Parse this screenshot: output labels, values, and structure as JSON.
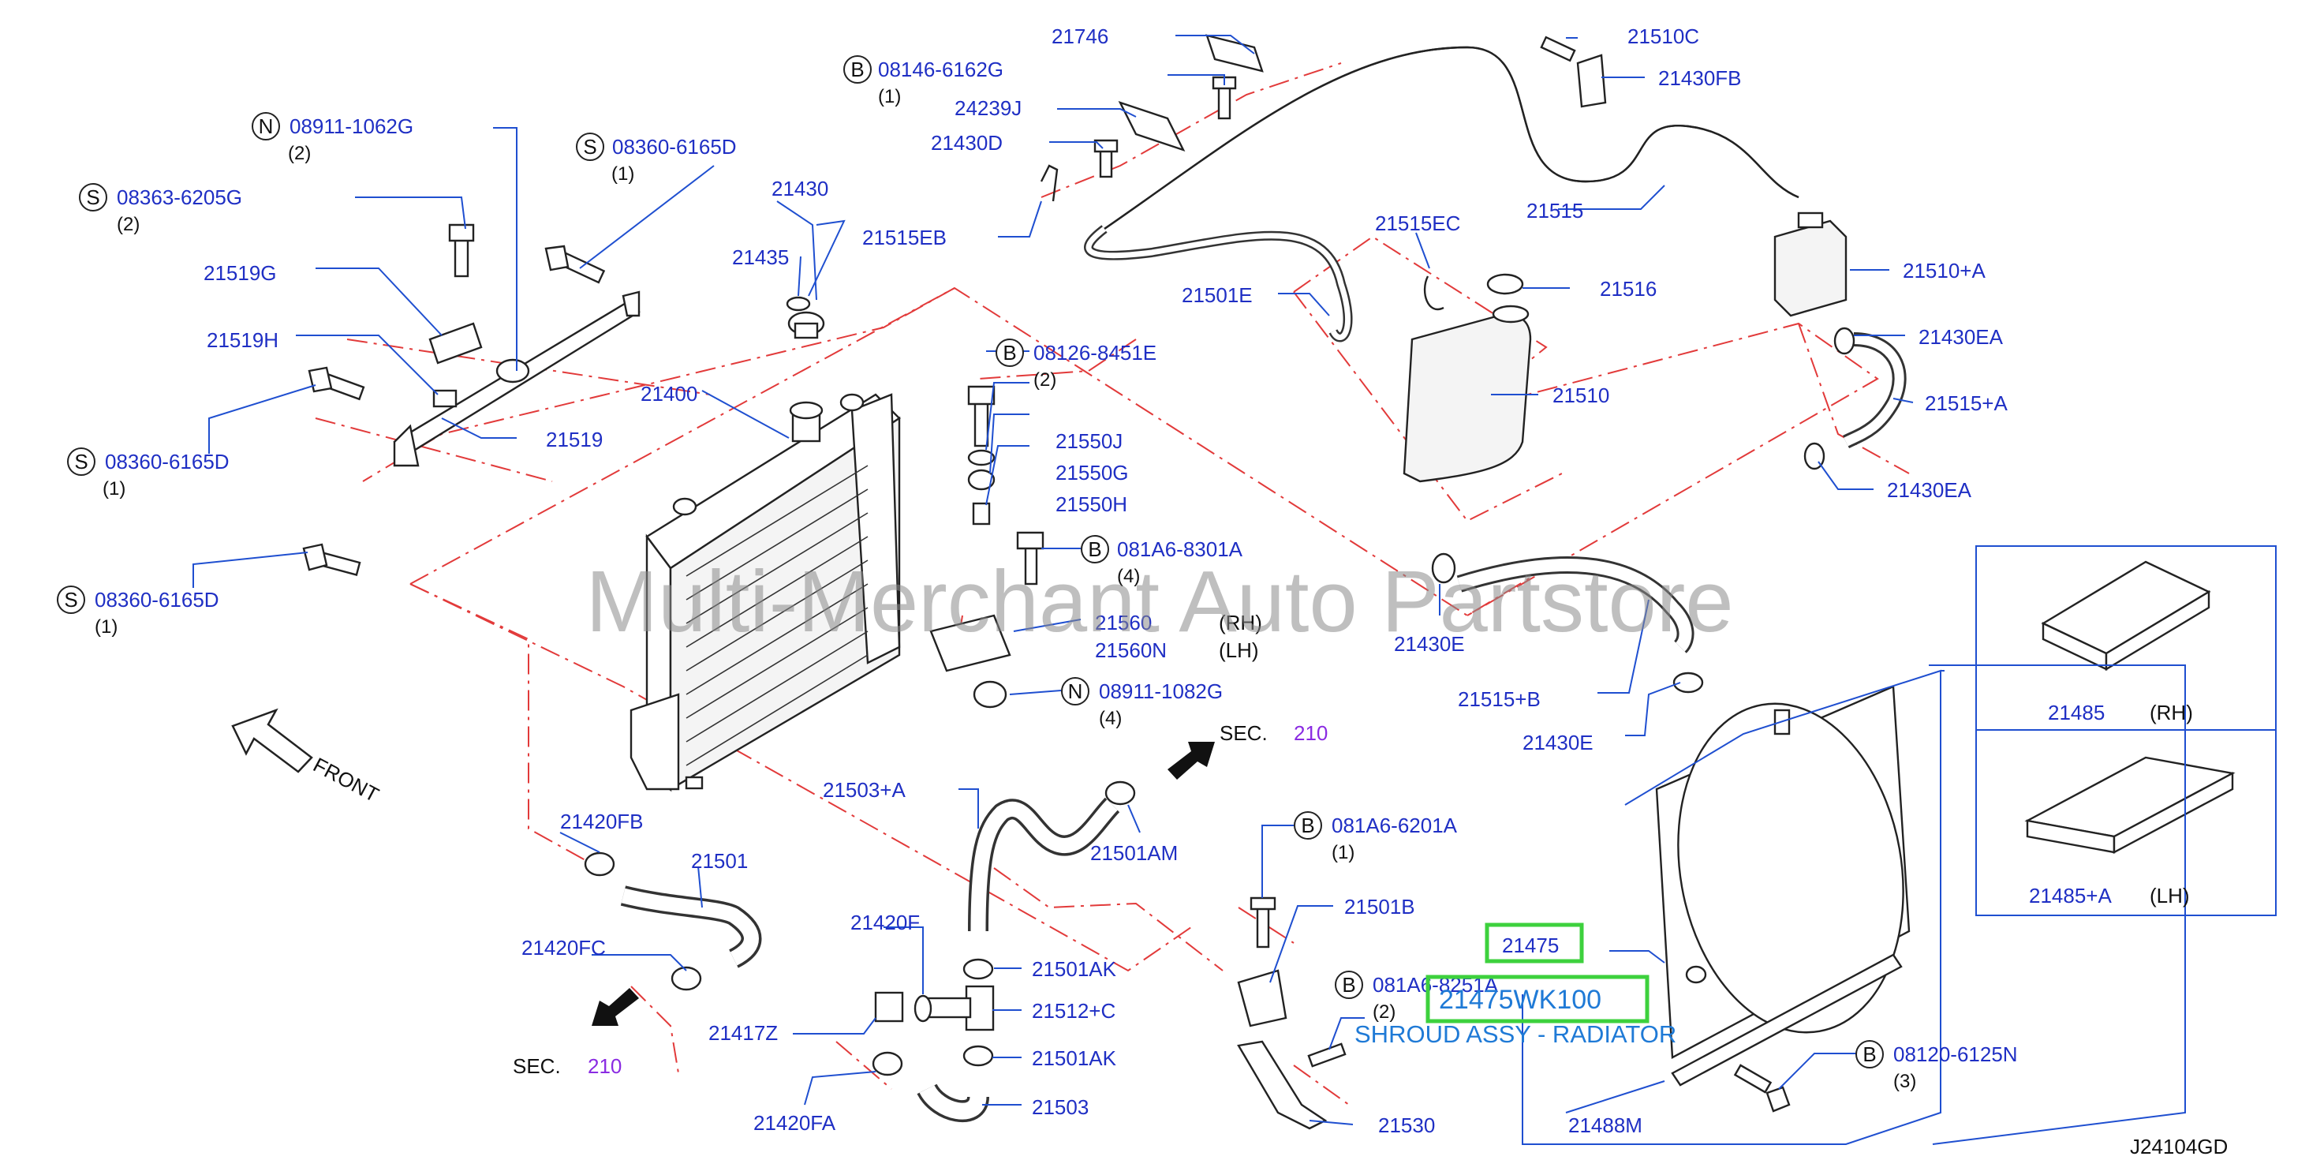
{
  "watermark": "Multi-Merchant Auto Partstore",
  "diagram_code": "J24104GD",
  "front_label": "FRONT",
  "highlight": {
    "part_number": "21475WK100",
    "description": "SHROUD ASSY - RADIATOR",
    "color": "#3dd13d"
  },
  "colors": {
    "label": "#1f2fc4",
    "leader": "#1f4fd0",
    "dashed": "#e23a3a",
    "section": "#8a2be2"
  },
  "sec_refs": [
    {
      "label": "SEC.",
      "num": "210"
    },
    {
      "label": "SEC.",
      "num": "210"
    }
  ],
  "callouts": [
    {
      "prefix": "B",
      "number": "08146-6162G",
      "qty": "(1)"
    },
    {
      "prefix": "N",
      "number": "08911-1062G",
      "qty": "(2)"
    },
    {
      "prefix": "S",
      "number": "08360-6165D",
      "qty": "(1)"
    },
    {
      "prefix": "S",
      "number": "08363-6205G",
      "qty": "(2)"
    },
    {
      "prefix": "S",
      "number": "08360-6165D",
      "qty": "(1)"
    },
    {
      "prefix": "S",
      "number": "08360-6165D",
      "qty": "(1)"
    },
    {
      "prefix": "B",
      "number": "08126-8451E",
      "qty": "(2)"
    },
    {
      "prefix": "B",
      "number": "081A6-8301A",
      "qty": "(4)"
    },
    {
      "prefix": "N",
      "number": "08911-1082G",
      "qty": "(4)"
    },
    {
      "prefix": "B",
      "number": "081A6-6201A",
      "qty": "(1)"
    },
    {
      "prefix": "B",
      "number": "081A6-8251A",
      "qty": "(2)"
    },
    {
      "prefix": "B",
      "number": "08120-6125N",
      "qty": "(3)"
    }
  ],
  "labels": [
    "21746",
    "24239J",
    "21430D",
    "21515EB",
    "21430",
    "21435",
    "21519G",
    "21519H",
    "21519",
    "21400",
    "21510C",
    "21430FB",
    "21515",
    "21510+A",
    "21515EC",
    "21516",
    "21501E",
    "21510",
    "21430EA",
    "21515+A",
    "21430EA",
    "21550J",
    "21550G",
    "21550H",
    "21560",
    "21560N",
    "21430E",
    "21515+B",
    "21430E",
    "21503+A",
    "21501AM",
    "21420FB",
    "21501",
    "21420FC",
    "21420F",
    "21501AK",
    "21512+C",
    "21417Z",
    "21501AK",
    "21420FA",
    "21503",
    "21501B",
    "21475",
    "21530",
    "21488M",
    "21485",
    "21485+A"
  ],
  "side_notes": {
    "rh": "(RH)",
    "lh": "(LH)"
  }
}
